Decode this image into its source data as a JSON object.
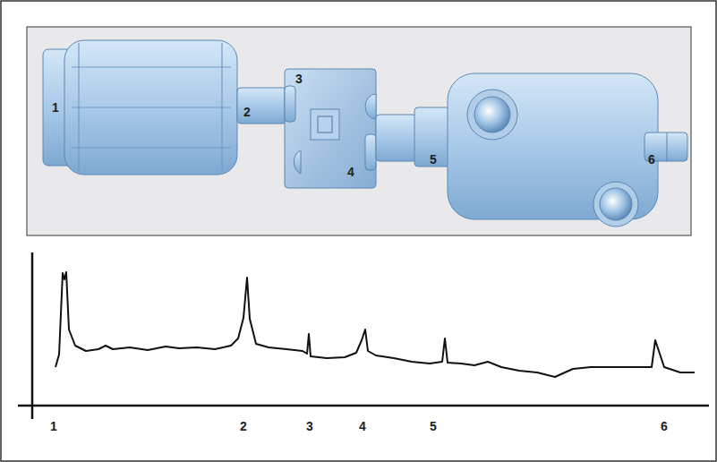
{
  "diagram": {
    "labels": [
      "1",
      "2",
      "3",
      "4",
      "5",
      "6",
      "1",
      "2",
      "3",
      "4",
      "5",
      "6"
    ]
  }
}
